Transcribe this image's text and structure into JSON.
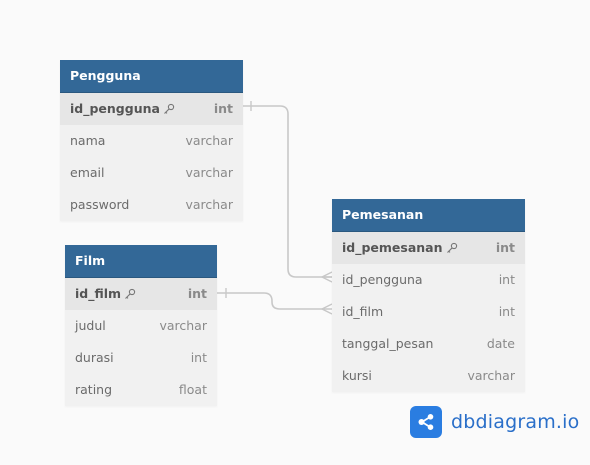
{
  "tables": {
    "pengguna": {
      "name": "Pengguna",
      "fields": [
        {
          "name": "id_pengguna",
          "type": "int",
          "pk": true
        },
        {
          "name": "nama",
          "type": "varchar",
          "pk": false
        },
        {
          "name": "email",
          "type": "varchar",
          "pk": false
        },
        {
          "name": "password",
          "type": "varchar",
          "pk": false
        }
      ]
    },
    "film": {
      "name": "Film",
      "fields": [
        {
          "name": "id_film",
          "type": "int",
          "pk": true
        },
        {
          "name": "judul",
          "type": "varchar",
          "pk": false
        },
        {
          "name": "durasi",
          "type": "int",
          "pk": false
        },
        {
          "name": "rating",
          "type": "float",
          "pk": false
        }
      ]
    },
    "pemesanan": {
      "name": "Pemesanan",
      "fields": [
        {
          "name": "id_pemesanan",
          "type": "int",
          "pk": true
        },
        {
          "name": "id_pengguna",
          "type": "int",
          "pk": false
        },
        {
          "name": "id_film",
          "type": "int",
          "pk": false
        },
        {
          "name": "tanggal_pesan",
          "type": "date",
          "pk": false
        },
        {
          "name": "kursi",
          "type": "varchar",
          "pk": false
        }
      ]
    }
  },
  "brand": {
    "text": "dbdiagram.io"
  },
  "colors": {
    "header": "#336897",
    "connector": "#c8c8c8",
    "brand": "#2a7de1"
  },
  "icons": {
    "primary_key": "key-icon",
    "logo": "share-icon"
  }
}
